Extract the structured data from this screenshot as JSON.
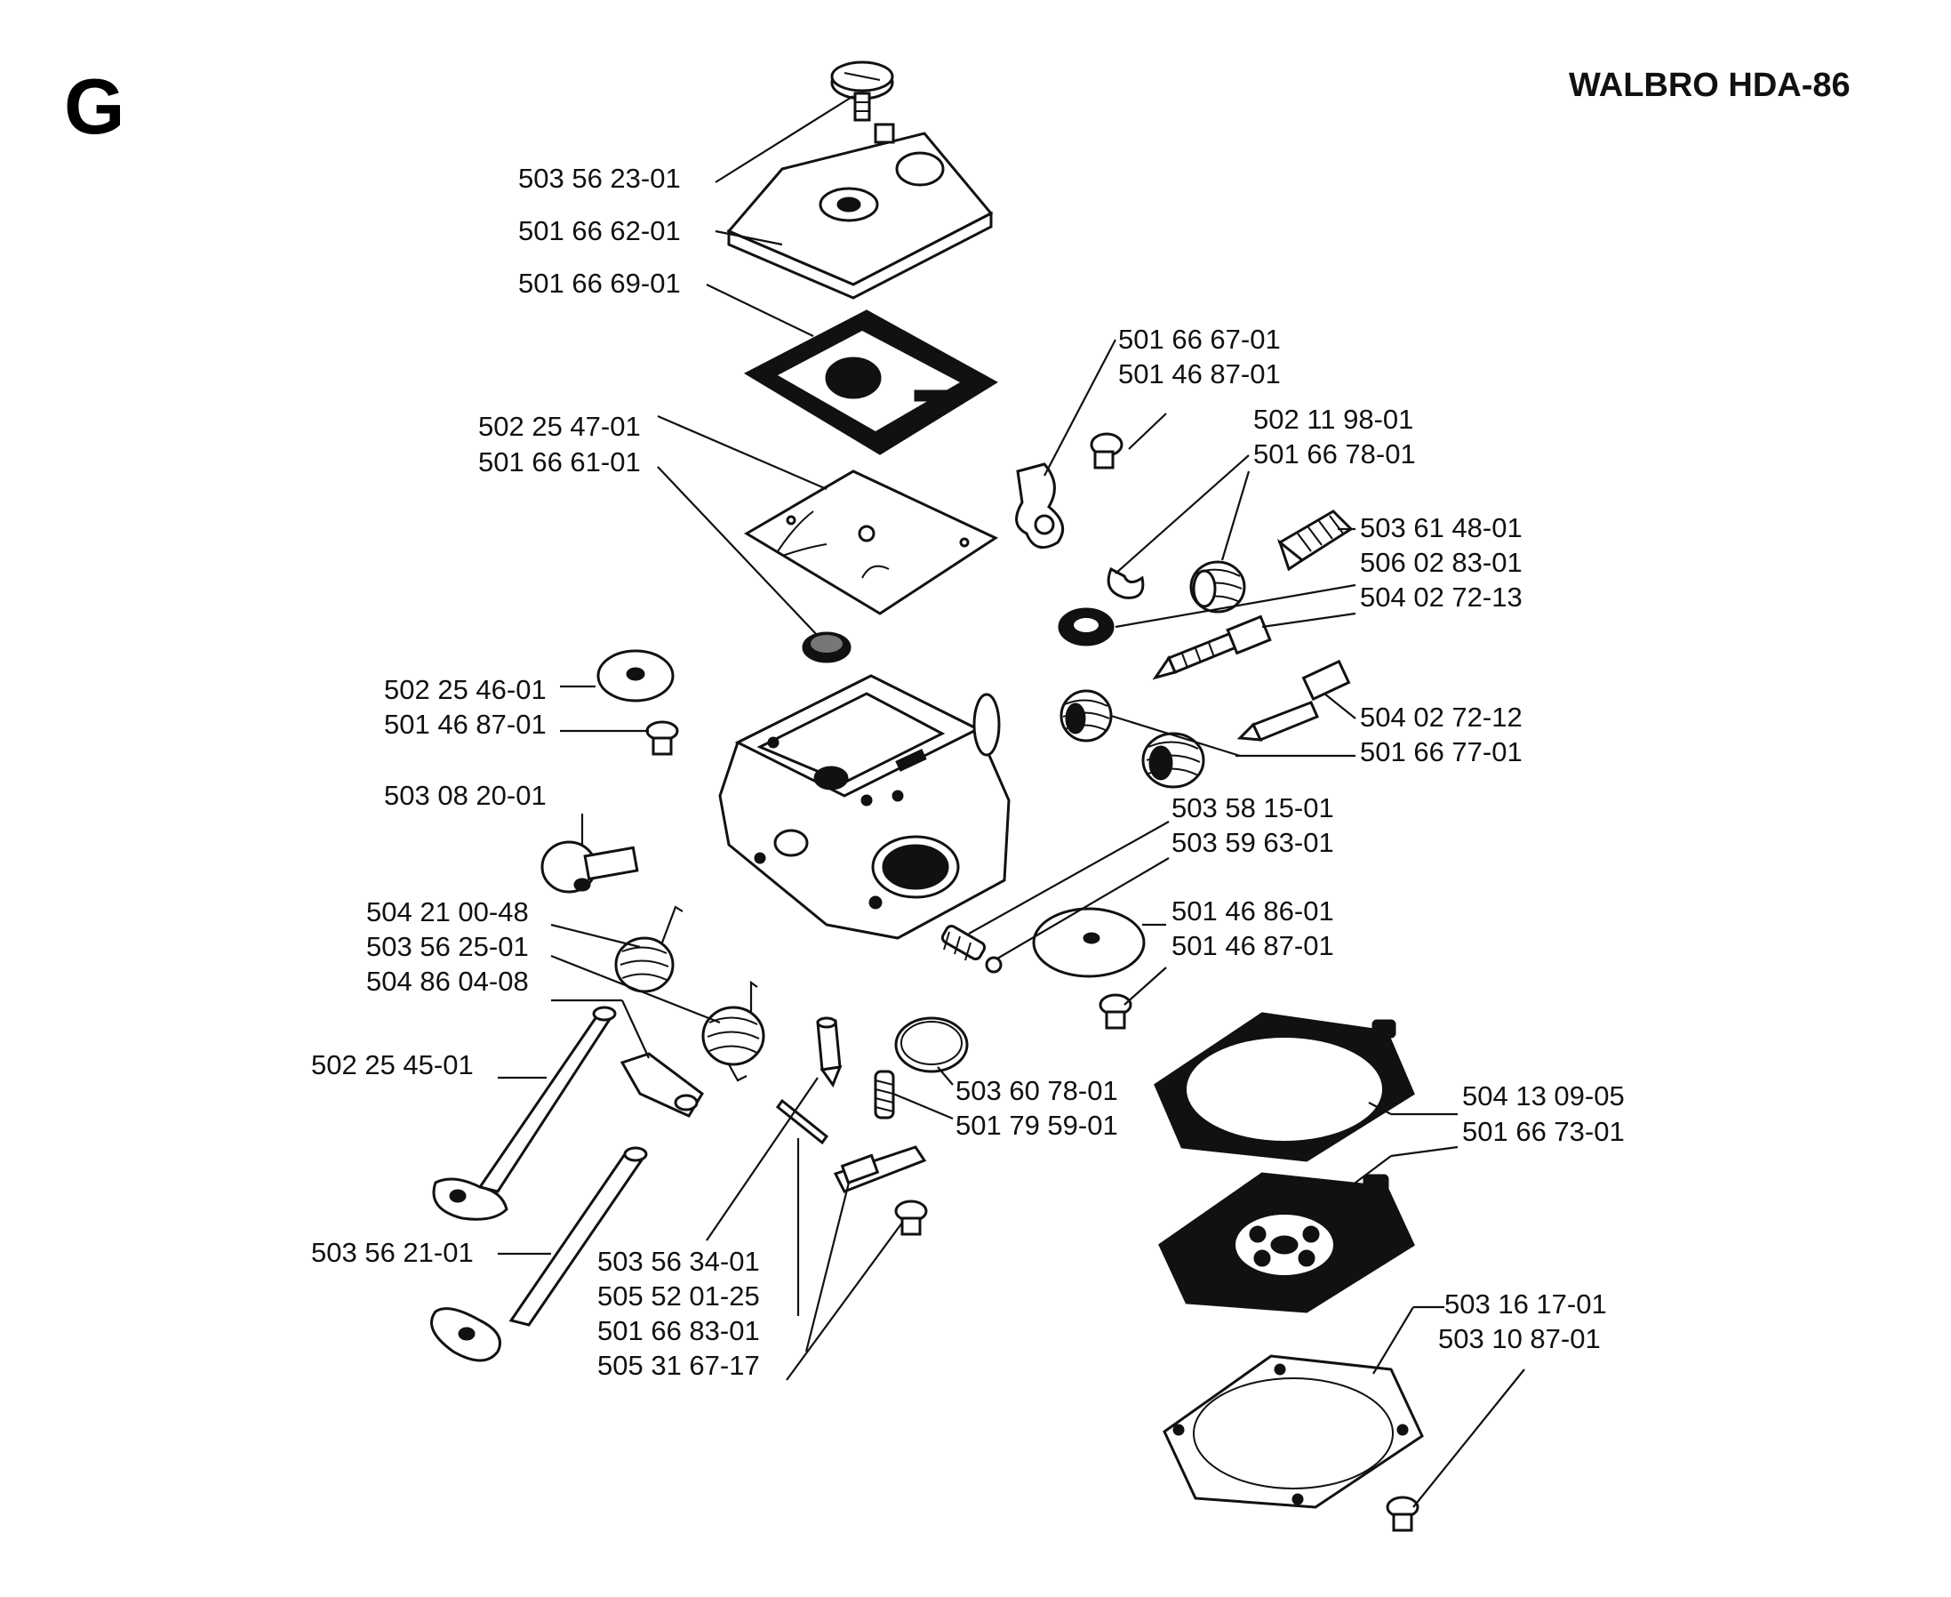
{
  "section_letter": "G",
  "title": "WALBRO HDA-86",
  "labels": [
    "503 56 23-01",
    "501 66 62-01",
    "501 66 69-01",
    "501 66 67-01",
    "501 46 87-01",
    "502 11 98-01",
    "501 66 78-01",
    "503 61 48-01",
    "506 02 83-01",
    "504 02 72-13",
    "502 25 47-01",
    "501 66 61-01",
    "502 25 46-01",
    "501 46 87-01",
    "504 02 72-12",
    "501 66 77-01",
    "503 08 20-01",
    "503 58 15-01",
    "503 59 63-01",
    "504 21 00-48",
    "503 56 25-01",
    "504 86 04-08",
    "501 46 86-01",
    "501 46 87-01",
    "502 25 45-01",
    "503 60 78-01",
    "501 79 59-01",
    "504 13 09-05",
    "501 66 73-01",
    "503 56 21-01",
    "503 56 34-01",
    "505 52 01-25",
    "501 66 83-01",
    "505 31 67-17",
    "503 16 17-01",
    "503 10 87-01"
  ]
}
